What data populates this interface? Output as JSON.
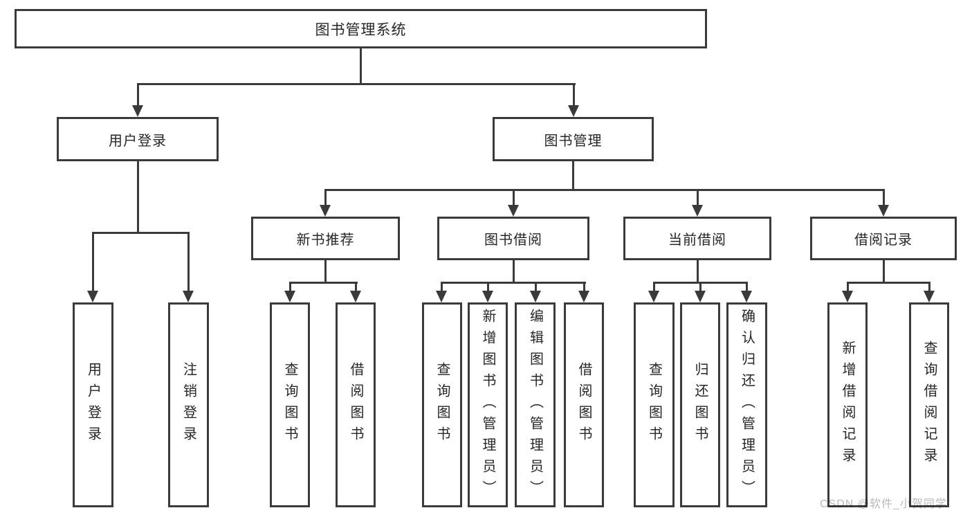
{
  "nodes": {
    "root": "图书管理系统",
    "level2": [
      "用户登录",
      "图书管理"
    ],
    "level3": [
      "新书推荐",
      "图书借阅",
      "当前借阅",
      "借阅记录"
    ],
    "leaves_user_login": [
      "用户登录",
      "注销登录"
    ],
    "leaves_new_book": [
      "查询图书",
      "借阅图书"
    ],
    "leaves_book_borrow": [
      "查询图书",
      "新增图书（管理员）",
      "编辑图书（管理员）",
      "借阅图书"
    ],
    "leaves_current_borrow": [
      "查询图书",
      "归还图书",
      "确认归还（管理员）"
    ],
    "leaves_borrow_records": [
      "新增借阅记录",
      "查询借阅记录"
    ]
  },
  "watermark": "CSDN @软件_小贺同学",
  "colors": {
    "line": "#3a3a3a",
    "text": "#262626",
    "watermark": "#b9b9b9",
    "background": "#ffffff"
  }
}
